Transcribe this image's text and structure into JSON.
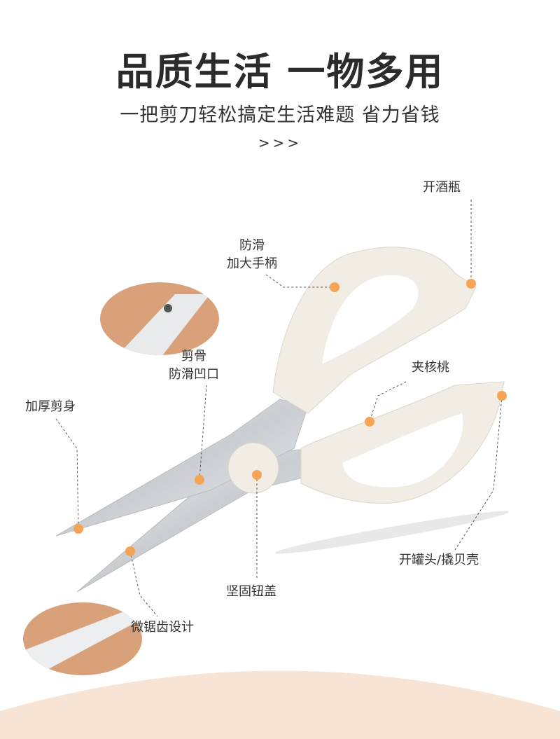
{
  "header": {
    "title": "品质生活 一物多用",
    "subtitle": "一把剪刀轻松搞定生活难题 省力省钱",
    "arrows": ">>>"
  },
  "features": {
    "bottle_opener": "开酒瓶",
    "handle_line1": "防滑",
    "handle_line2": "加大手柄",
    "bone_line1": "剪骨",
    "bone_line2": "防滑凹口",
    "walnut": "夹核桃",
    "thick_blade": "加厚剪身",
    "can_opener": "开罐头/撬贝壳",
    "pivot_cap": "坚固钮盖",
    "serrated": "微锯齿设计"
  },
  "colors": {
    "accent_dot": "#f5a455",
    "handle": "#f1ede4",
    "blade": "#d9dcdf",
    "peach": "#f8e4d4",
    "skin": "#d9a17a"
  }
}
